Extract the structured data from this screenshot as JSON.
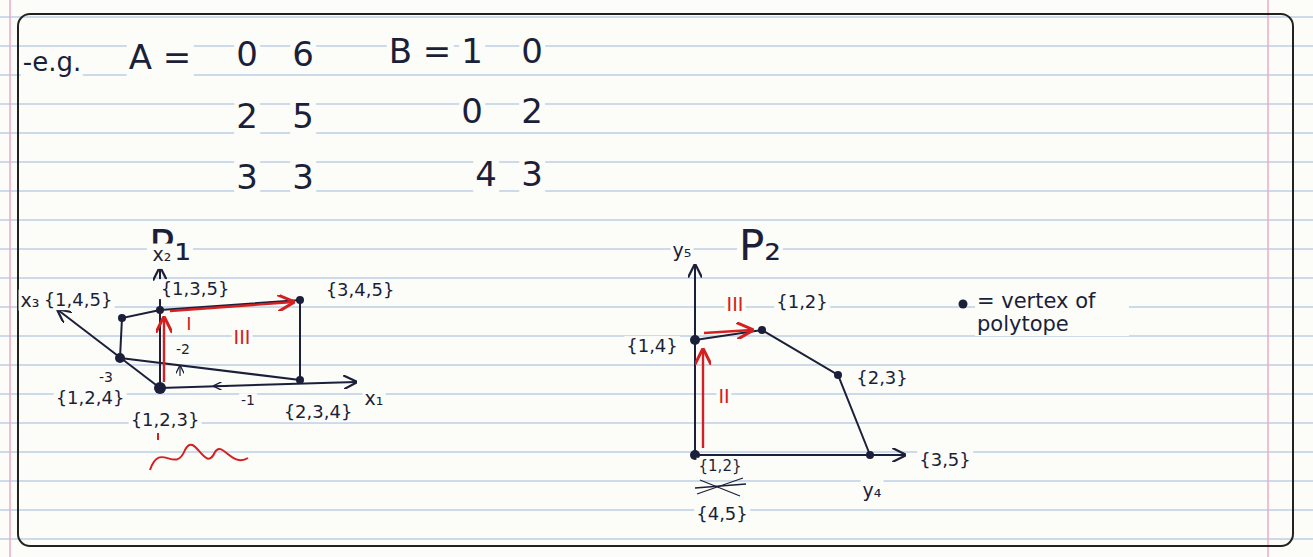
{
  "diagram": {
    "labels": [
      "-e.g.",
      "A =",
      "0",
      "6",
      "2",
      "5",
      "3",
      "3",
      "B =",
      "1",
      "0",
      "0",
      "2",
      "4",
      "3",
      "P₁",
      "P₂",
      "x₂",
      "x₃",
      "{1,4,5}",
      "{1,3,5}",
      "{3,4,5}",
      "I",
      "III",
      "-2",
      "{1,2,4}",
      "-3",
      "-1",
      "x₁",
      "{1,2,3}",
      "{2,3,4}",
      "y₅",
      "III",
      "{1,2}",
      "{1,4}",
      "II",
      "{2,3}",
      "{3,5}",
      "{1,2}",
      "{4,5}",
      "y₄",
      "= vertex of polytope"
    ]
  }
}
